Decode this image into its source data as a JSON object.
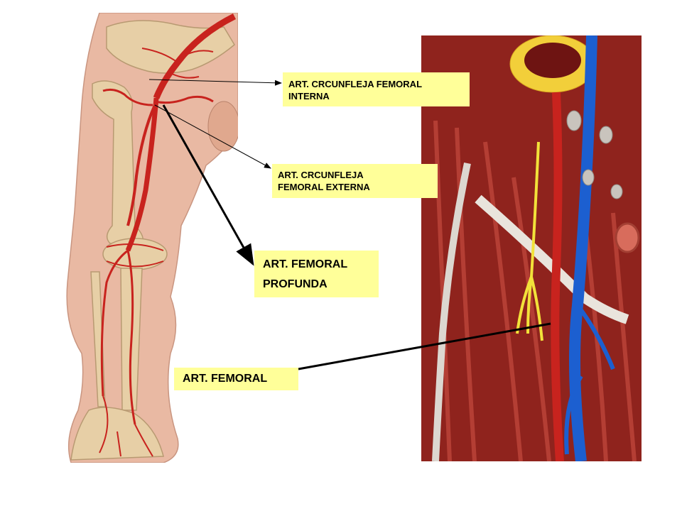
{
  "labels": {
    "interna": [
      "ART. CRCUNFLEJA FEMORAL",
      "INTERNA"
    ],
    "externa": [
      "ART. CRCUNFLEJA",
      "FEMORAL EXTERNA"
    ],
    "profunda": [
      "ART. FEMORAL",
      "PROFUNDA"
    ],
    "femoral": "ART. FEMORAL"
  },
  "colors": {
    "label_fill": "#ffff99",
    "artery": "#c8231e",
    "vein": "#1c5fd0",
    "nerve": "#f2e23a",
    "skin": "#e9b9a3",
    "bone": "#e7cfa6",
    "muscle": "#b3332a"
  }
}
